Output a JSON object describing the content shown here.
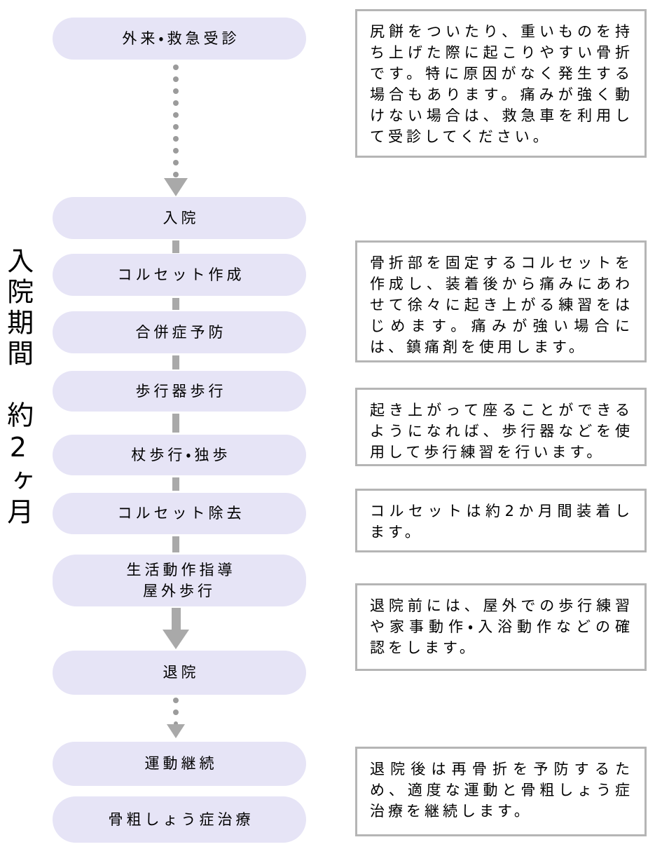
{
  "sidebar": {
    "label": "入院期間　約2ヶ月"
  },
  "flow": {
    "nodes": [
      {
        "label": "外来・救急受診"
      },
      {
        "label": "入院"
      },
      {
        "label": "コルセット作成"
      },
      {
        "label": "合併症予防"
      },
      {
        "label": "歩行器歩行"
      },
      {
        "label": "杖歩行・独歩"
      },
      {
        "label": "コルセット除去"
      },
      {
        "label": "生活動作指導\n屋外歩行"
      },
      {
        "label": "退院"
      },
      {
        "label": "運動継続"
      },
      {
        "label": "骨粗しょう症治療"
      }
    ],
    "connectors": [
      {
        "from": 0,
        "to": 1,
        "style": "dotted-arrow"
      },
      {
        "from": 1,
        "to": 2,
        "style": "solid-segment"
      },
      {
        "from": 2,
        "to": 3,
        "style": "solid-segment"
      },
      {
        "from": 3,
        "to": 4,
        "style": "solid-segment"
      },
      {
        "from": 4,
        "to": 5,
        "style": "solid-segment"
      },
      {
        "from": 5,
        "to": 6,
        "style": "solid-segment"
      },
      {
        "from": 6,
        "to": 7,
        "style": "solid-segment"
      },
      {
        "from": 7,
        "to": 8,
        "style": "solid-arrow"
      },
      {
        "from": 8,
        "to": 9,
        "style": "dotted-arrow"
      }
    ]
  },
  "notes": [
    {
      "text": "尻餅をついたり、重いものを持ち上げた際に起こりやすい骨折です。特に原因がなく発生する場合もあります。痛みが強く動けない場合は、救急車を利用して受診してください。"
    },
    {
      "text": "骨折部を固定するコルセットを作成し、装着後から痛みにあわせて徐々に起き上がる練習をはじめます。痛みが強い場合には、鎮痛剤を使用します。"
    },
    {
      "text": "起き上がって座ることができるようになれば、歩行器などを使用して歩行練習を行います。"
    },
    {
      "text": "コルセットは約2か月間装着します。"
    },
    {
      "text": "退院前には、屋外での歩行練習や家事動作・入浴動作などの確認をします。"
    },
    {
      "text": "退院後は再骨折を予防するため、適度な運動と骨粗しょう症治療を継続します。"
    }
  ],
  "colors": {
    "node_fill": "#e6e4f6",
    "connector_gray": "#a9a9a9",
    "dot_gray": "#9b9b9b",
    "note_border": "#b5b5b5",
    "text": "#000000",
    "background": "#ffffff"
  }
}
